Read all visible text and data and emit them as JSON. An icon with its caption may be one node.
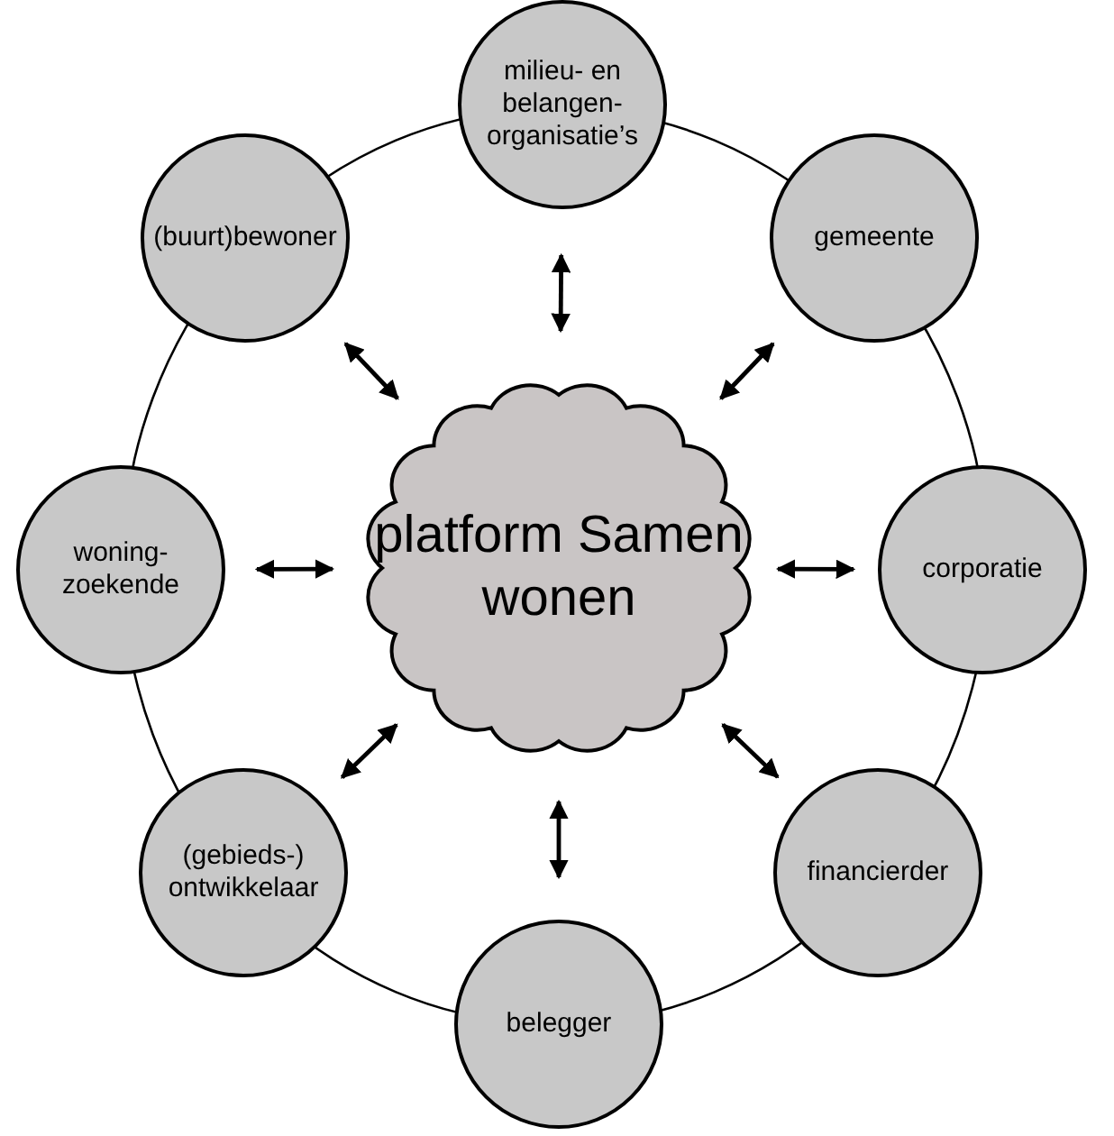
{
  "diagram": {
    "nodes": [
      {
        "text": [
          "platform Samen wonen"
        ]
      },
      {
        "text": [
          "milieu- en belangen-organisatie’s"
        ]
      },
      {
        "text": [
          "(buurt)bewoner"
        ]
      },
      {
        "text": [
          "gemeente"
        ]
      },
      {
        "text": [
          "woning-zoekende"
        ]
      },
      {
        "text": [
          "corporatie"
        ]
      },
      {
        "text": [
          "(gebieds-) ontwikkelaar"
        ]
      },
      {
        "text": [
          "financierder"
        ]
      },
      {
        "text": [
          "belegger"
        ]
      }
    ],
    "edges": [
      {
        "from": 0,
        "to": 1,
        "arrow": "both"
      },
      {
        "from": 0,
        "to": 2,
        "arrow": "both"
      },
      {
        "from": 0,
        "to": 3,
        "arrow": "both"
      },
      {
        "from": 0,
        "to": 4,
        "arrow": "both"
      },
      {
        "from": 0,
        "to": 5,
        "arrow": "both"
      },
      {
        "from": 0,
        "to": 6,
        "arrow": "both"
      },
      {
        "from": 0,
        "to": 7,
        "arrow": "both"
      },
      {
        "from": 0,
        "to": 8,
        "arrow": "both"
      }
    ]
  }
}
